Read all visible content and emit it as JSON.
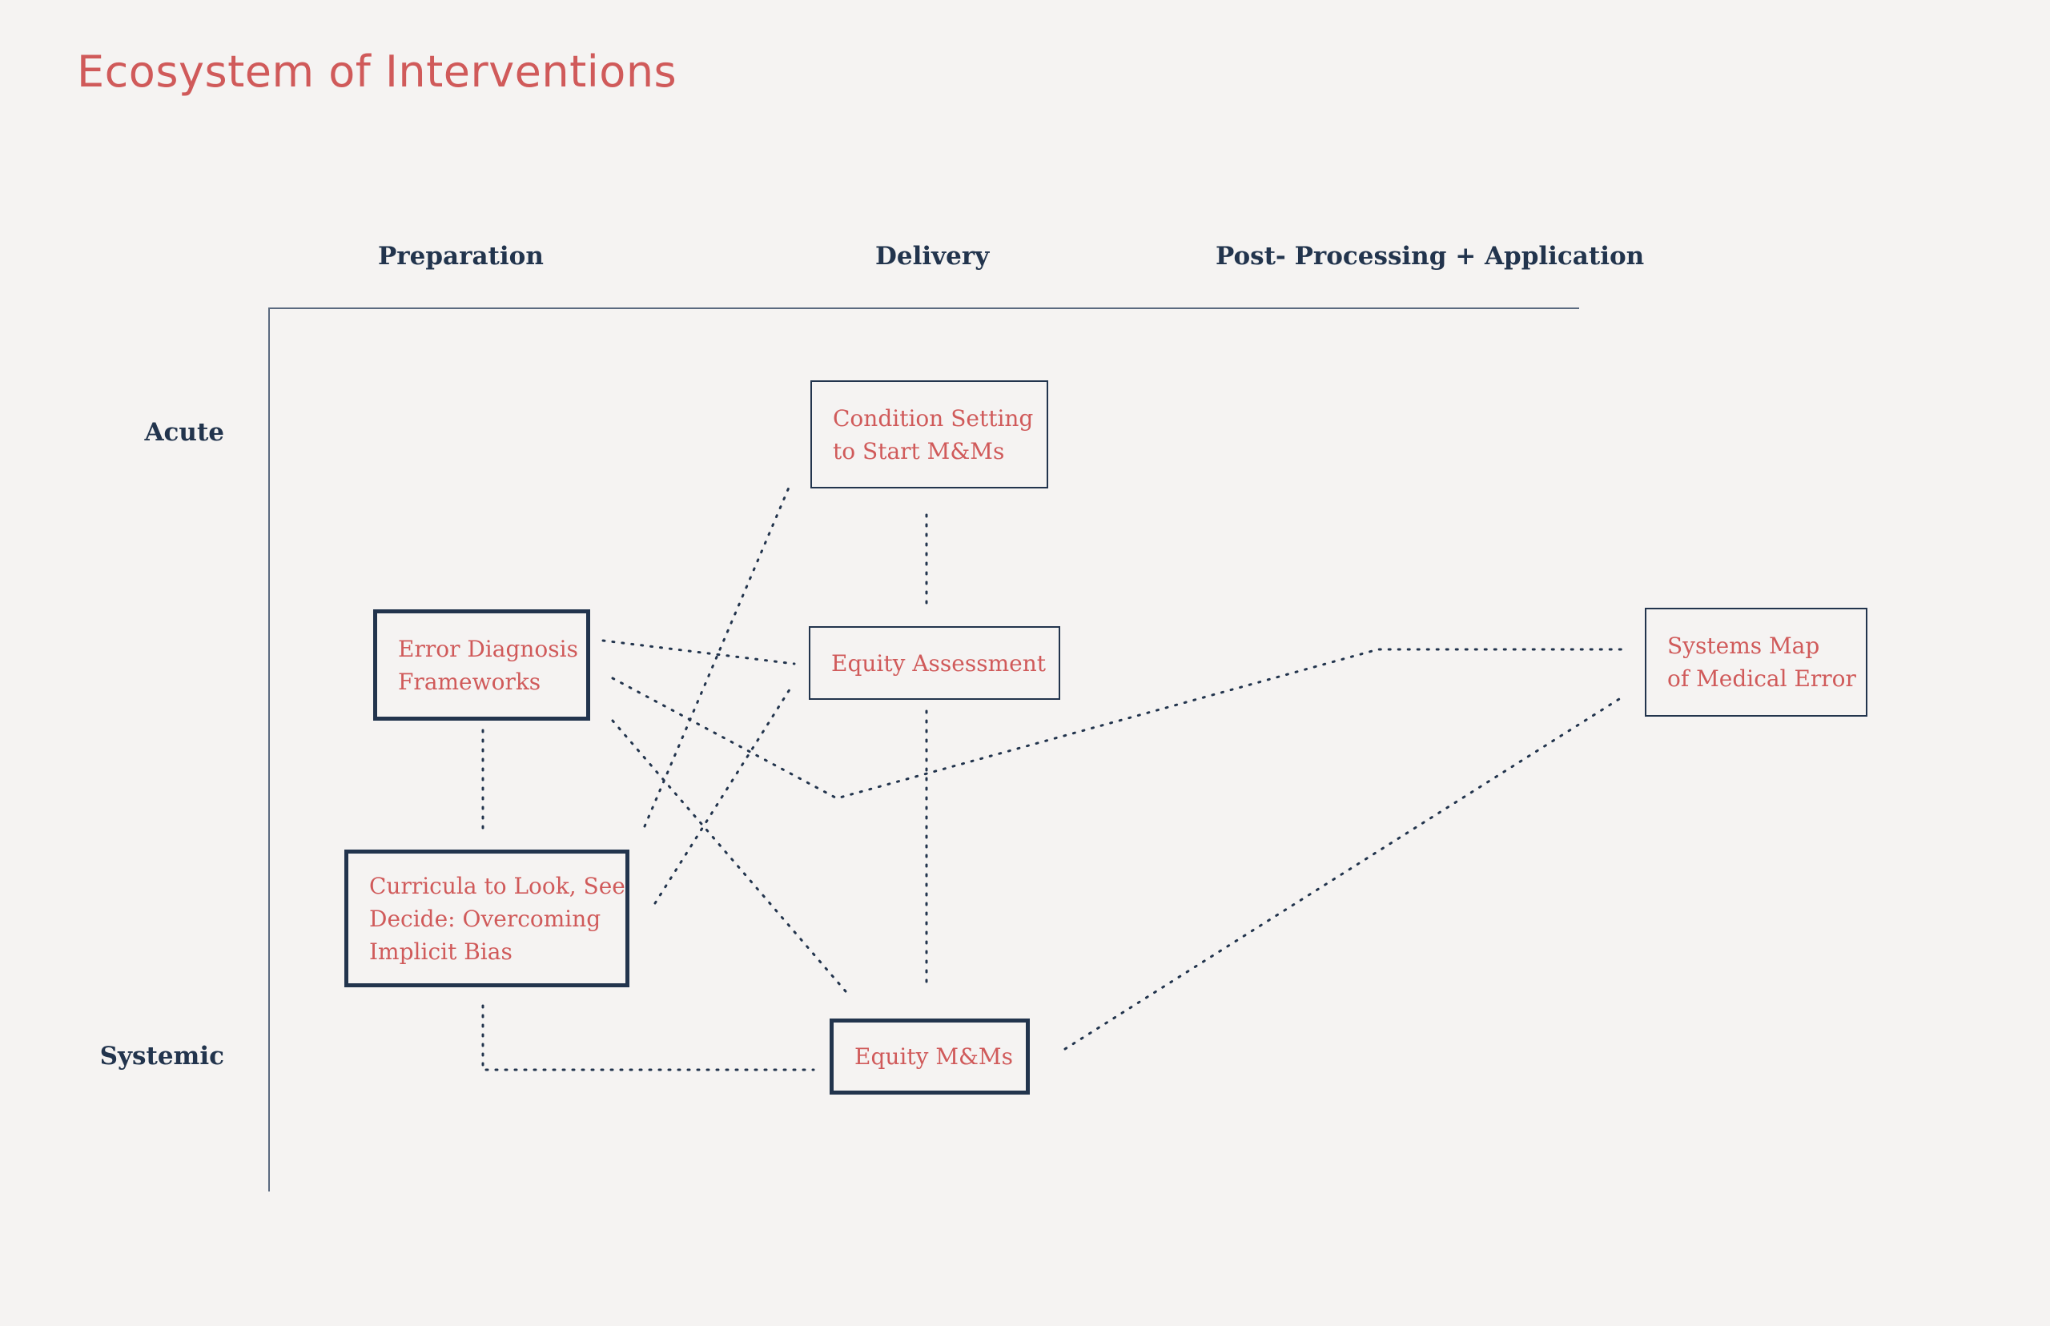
{
  "title": "Ecosystem of Interventions",
  "columns": [
    "Preparation",
    "Delivery",
    "Post- Processing + Application"
  ],
  "rows": [
    "Acute",
    "Systemic"
  ],
  "nodes": {
    "condition_setting": "Condition Setting\nto Start M&Ms",
    "error_diagnosis": "Error Diagnosis\nFrameworks",
    "equity_assessment": "Equity Assessment",
    "systems_map": "Systems Map\nof Medical Error",
    "curricula": "Curricula to Look, See\nDecide: Overcoming\nImplicit Bias",
    "equity_mms": "Equity M&Ms"
  },
  "colors": {
    "background": "#f5f3f2",
    "accent": "#d05a5a",
    "ink": "#22344d"
  }
}
